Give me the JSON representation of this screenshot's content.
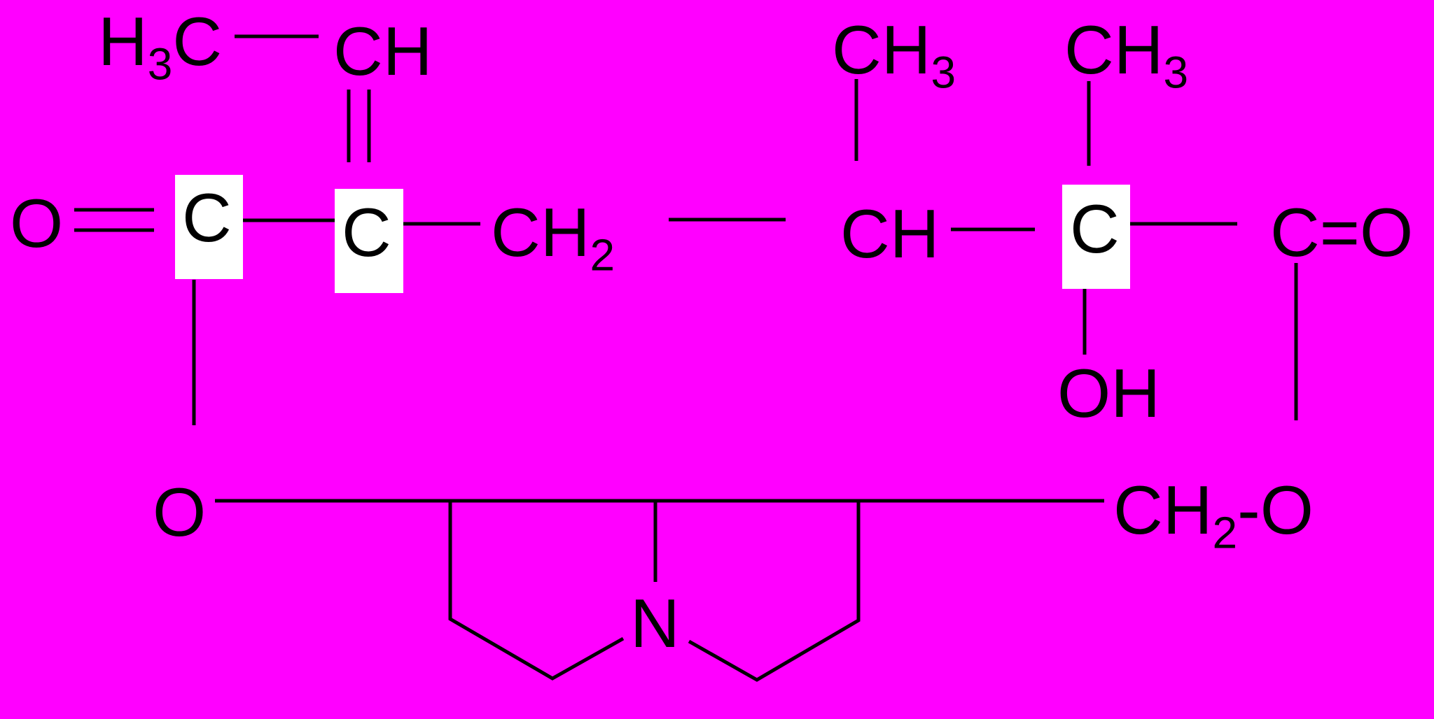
{
  "colors": {
    "background": "#ff00ff",
    "bond": "#000000",
    "highlight_box": "#ffffff",
    "text": "#000000"
  },
  "atoms": {
    "h3c": {
      "main": "H",
      "sub": "3",
      "tail": "C"
    },
    "ch_top": {
      "main": "CH"
    },
    "ch3_mid": {
      "main": "CH",
      "sub": "3"
    },
    "ch3_right": {
      "main": "CH",
      "sub": "3"
    },
    "o_left": {
      "main": "O"
    },
    "c_box1": {
      "main": "C"
    },
    "c_box2": {
      "main": "C"
    },
    "ch2_mid": {
      "main": "CH",
      "sub": "2"
    },
    "ch_mid": {
      "main": "CH"
    },
    "c_box3": {
      "main": "C"
    },
    "c_eq_o": {
      "main": "C=O"
    },
    "oh": {
      "main": "OH"
    },
    "o_ring": {
      "main": "O"
    },
    "ch2_o": {
      "main": "CH",
      "sub": "2",
      "tail": "-O"
    },
    "n": {
      "main": "N"
    }
  }
}
